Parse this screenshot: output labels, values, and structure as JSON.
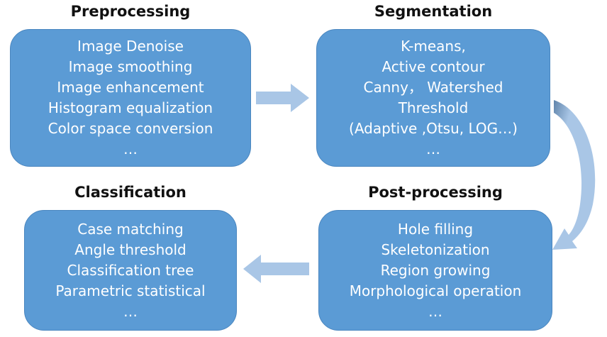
{
  "diagram": {
    "colors": {
      "box_fill": "#5b9bd5",
      "box_border": "#4a86bf",
      "arrow_fill": "#a9c6e6",
      "title_text": "#111111",
      "box_text": "#ffffff"
    },
    "stages": {
      "preprocessing": {
        "title": "Preprocessing",
        "items": [
          "Image Denoise",
          "Image smoothing",
          "Image enhancement",
          "Histogram equalization",
          "Color space conversion",
          "…"
        ]
      },
      "segmentation": {
        "title": "Segmentation",
        "items": [
          "K-means,",
          "Active contour",
          "Canny， Watershed",
          "Threshold",
          "(Adaptive ,Otsu, LOG…)",
          "…"
        ]
      },
      "postprocessing": {
        "title": "Post-processing",
        "items": [
          "Hole filling",
          "Skeletonization",
          "Region growing",
          "Morphological operation",
          "…"
        ]
      },
      "classification": {
        "title": "Classification",
        "items": [
          "Case matching",
          "Angle threshold",
          "Classification tree",
          "Parametric statistical",
          "…"
        ]
      }
    }
  }
}
